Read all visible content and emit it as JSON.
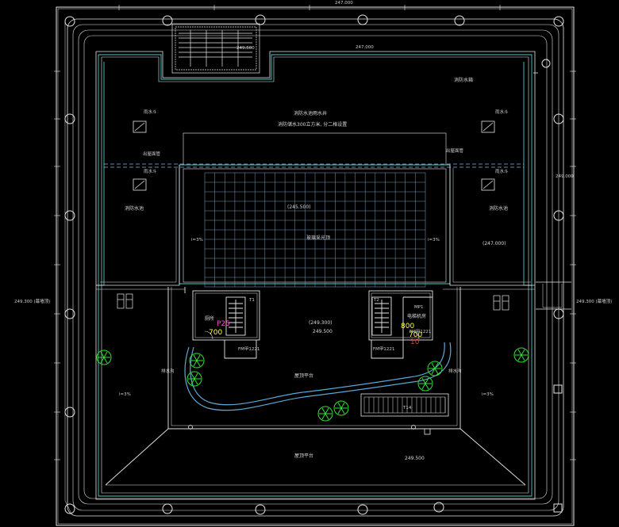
{
  "labels": {
    "top_elev_center": "247.000",
    "top_elev_box": "249.500",
    "upper_note_1": "消防水池雨水井",
    "upper_note_2": "消防储水300立方米, 分二格设置",
    "top_right_label": "消防水箱",
    "left_mid_label": "消防水池",
    "right_mid_label": "消防水池",
    "right_mid_elev": "(247.000)",
    "center_glass_label": "玻璃采光顶",
    "center_glass_elev": "(245.500)",
    "left_elev": "249.300 (幕墙顶)",
    "right_elev": "249.300 (幕墙顶)",
    "roof_elev_paren": "(249.300)",
    "roof_elev": "249.500",
    "roof_platform_mid": "屋顶平台",
    "roof_platform_bottom": "屋顶平台",
    "bottom_elev": "249.500",
    "right_edge_elev": "249.000",
    "slope_1": "i=3%",
    "slope_2": "i=3%",
    "slope_3": "i=3%",
    "slope_4": "i=3%",
    "stair_t1": "T1",
    "stair_t2": "T2",
    "stair_t14": "T14",
    "toilet": "厕所",
    "elevator_room": "电梯机房",
    "mp1": "MP1",
    "fm_left": "FM甲1221",
    "fm_right": "FM甲1221",
    "fm_room": "FM甲1221",
    "m_p": "P25",
    "m_700_left": "700",
    "m_800": "800",
    "m_700_right": "700",
    "m_10": "10",
    "drain_a": "雨水斗",
    "drain_b": "雨水斗",
    "drain_c": "雨水斗",
    "drain_d": "雨水斗",
    "pipe_a": "出屋面管",
    "pipe_b": "出屋面管",
    "side_a": "排水沟",
    "side_b": "排水沟"
  },
  "colors": {
    "line": "#e6e6e6",
    "teal": "#52c7c7",
    "cyan": "#59d6ff",
    "green": "#33e033",
    "yellow": "#ffff33",
    "magenta": "#ff4fd0",
    "red": "#ff3030"
  }
}
